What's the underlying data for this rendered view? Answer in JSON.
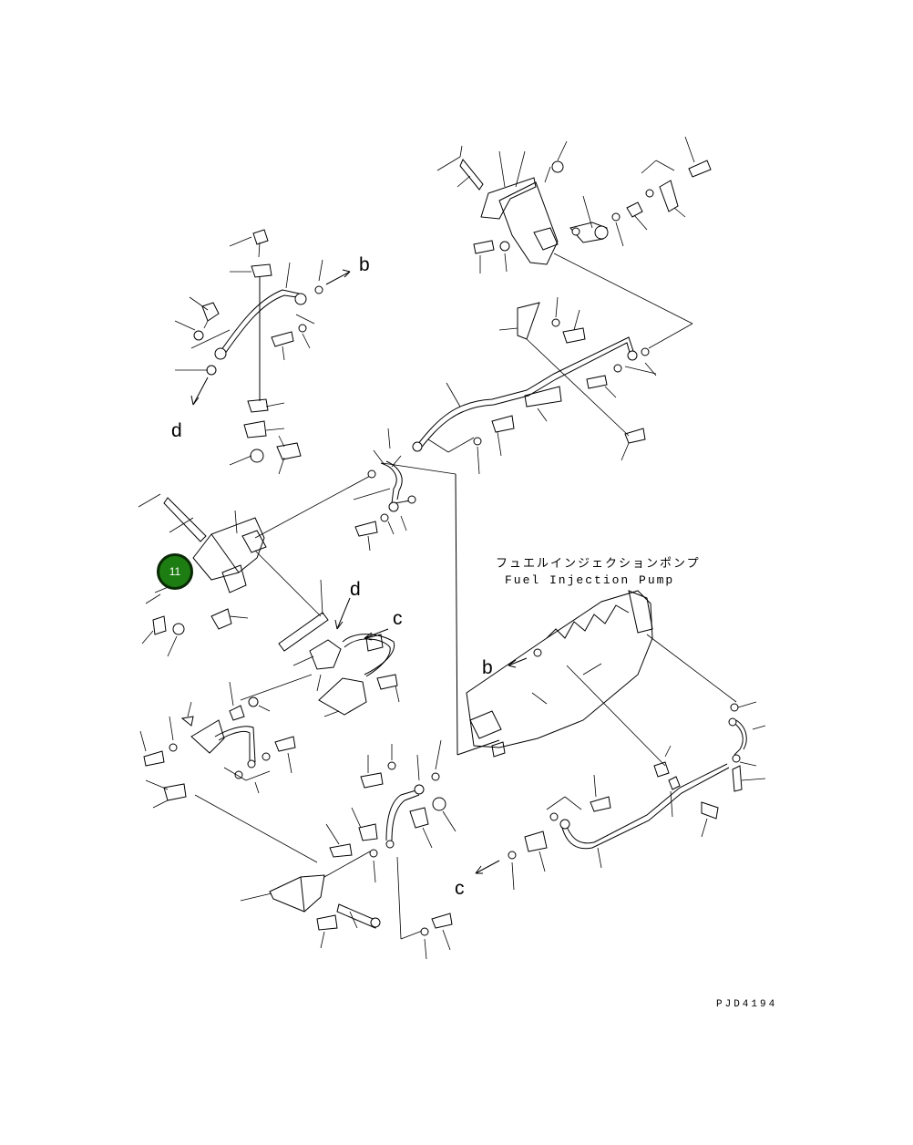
{
  "diagram": {
    "caption_japanese": "フュエルインジェクションポンプ",
    "caption_english": "Fuel Injection Pump",
    "drawing_code": "PJD4194",
    "callout_badge": {
      "label": "11",
      "color": "#1e7d12"
    },
    "reference_letters": {
      "b_top": "b",
      "d_top": "d",
      "d_mid": "d",
      "c_mid": "c",
      "b_pump": "b",
      "c_bottom": "c"
    }
  }
}
